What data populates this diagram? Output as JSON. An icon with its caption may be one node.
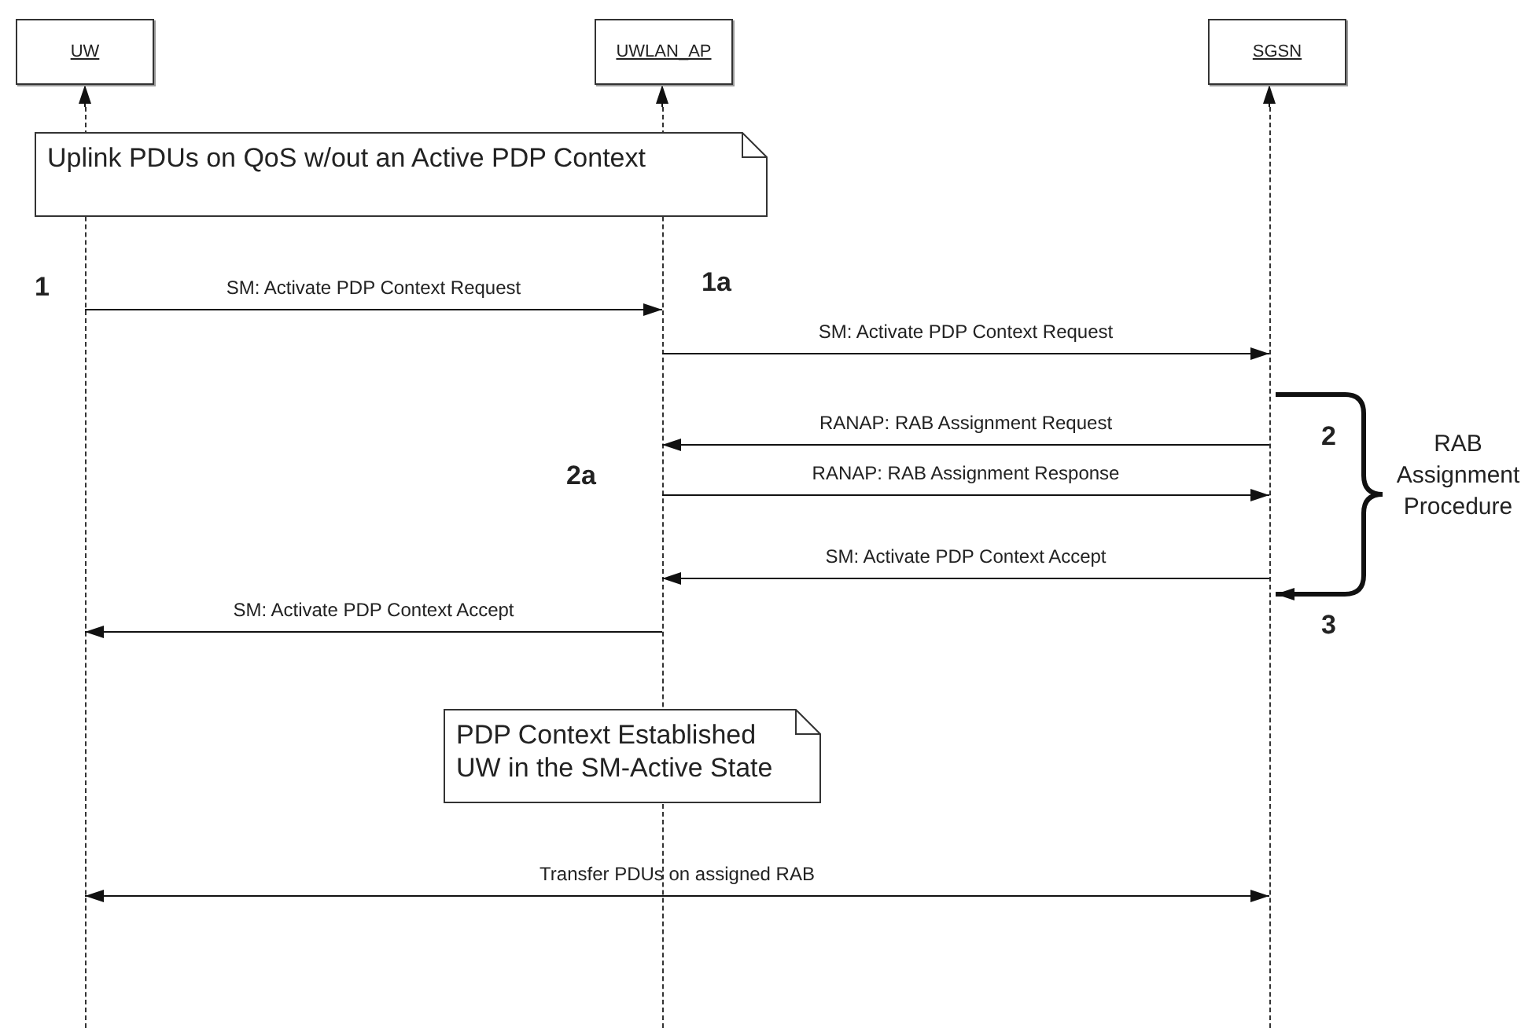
{
  "diagram": {
    "nodes": [
      {
        "text": [
          "UW"
        ]
      },
      {
        "text": [
          "UWLAN_AP"
        ]
      },
      {
        "text": [
          "SGSN"
        ]
      },
      {
        "text": [
          "Uplink PDUs on QoS w/out an Active PDP Context"
        ]
      },
      {
        "text": [
          "PDP Context Established UW in the SM-Active State"
        ]
      },
      {
        "text": [],
        "shape": "line"
      },
      {
        "text": [],
        "shape": "line"
      },
      {
        "text": [],
        "shape": "line"
      }
    ],
    "edges": [
      {
        "from": 5,
        "to": 0,
        "arrow": "to",
        "style": "dashed"
      },
      {
        "from": 6,
        "to": 1,
        "arrow": "to",
        "style": "dashed"
      },
      {
        "from": 7,
        "to": 2,
        "arrow": "to",
        "style": "dashed"
      },
      {
        "from": 5,
        "to": 6,
        "arrow": "to",
        "label": "SM: Activate PDP Context Request"
      },
      {
        "from": 6,
        "to": 7,
        "arrow": "to",
        "label": "SM: Activate PDP Context Request"
      },
      {
        "from": 7,
        "to": 6,
        "arrow": "to",
        "label": "RANAP: RAB Assignment Request"
      },
      {
        "from": 6,
        "to": 7,
        "arrow": "to",
        "label": "RANAP: RAB Assignment Response"
      },
      {
        "from": 7,
        "to": 6,
        "arrow": "to",
        "label": "SM: Activate PDP Context Accept"
      },
      {
        "from": 6,
        "to": 5,
        "arrow": "to",
        "label": "SM: Activate PDP Context Accept"
      },
      {
        "from": 5,
        "to": 7,
        "arrow": "both",
        "label": "Transfer PDUs on assigned RAB"
      },
      {
        "from": 7,
        "to": 7,
        "arrow": "to",
        "style": "thick"
      }
    ],
    "labels": [
      "1",
      "1a",
      "2",
      "2a",
      "RAB Assignment Procedure",
      "3"
    ]
  }
}
